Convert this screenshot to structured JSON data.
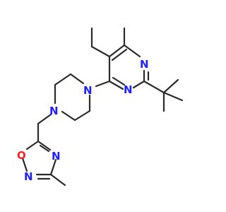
{
  "molecule": {
    "atoms": {
      "n_pyr_top": "N",
      "n_pyr_bottom": "N",
      "n_pip_top": "N",
      "n_pip_bottom": "N",
      "o_ring": "O",
      "n_ox_left": "N",
      "n_ox_right": "N"
    },
    "colors": {
      "nitrogen": "#2020ff",
      "oxygen": "#ff2020",
      "bond": "#2b2b2b"
    }
  }
}
